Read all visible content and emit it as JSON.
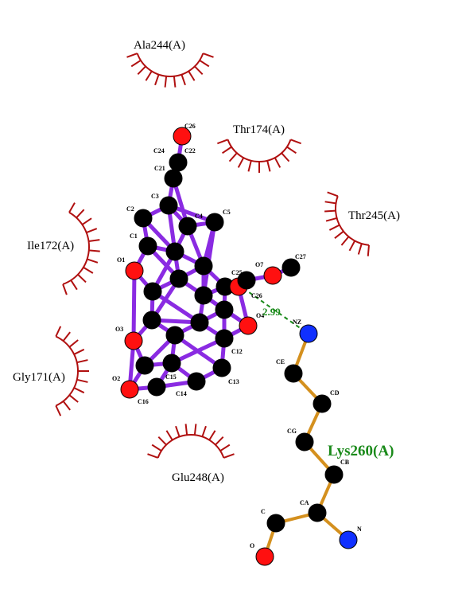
{
  "colors": {
    "ligand_bond": "#8a2be2",
    "residue_bond": "#d4901e",
    "hydrophobic": "#b01010",
    "carbon": "#000000",
    "oxygen": "#ff1010",
    "nitrogen": "#1030ff",
    "hbond": "#1a8a1a"
  },
  "hydrophobic_residues": [
    {
      "label": "Ala244(A)"
    },
    {
      "label": "Thr174(A)"
    },
    {
      "label": "Thr245(A)"
    },
    {
      "label": "Ile172(A)"
    },
    {
      "label": "Gly171(A)"
    },
    {
      "label": "Glu248(A)"
    }
  ],
  "hbond_residue": {
    "label": "Lys260(A)"
  },
  "hbond": {
    "distance": "2.99"
  },
  "ligand_atom_labels": [
    "C26",
    "C22",
    "C24",
    "C21",
    "C3",
    "C2",
    "C4",
    "C5",
    "C1",
    "O1",
    "O7",
    "C27",
    "C25",
    "C26",
    "O4",
    "O3",
    "O2",
    "C16",
    "C15",
    "C14",
    "C13",
    "C12"
  ],
  "residue_atom_labels": [
    "NZ",
    "CE",
    "CD",
    "CG",
    "CB",
    "CA",
    "C",
    "O",
    "N"
  ]
}
